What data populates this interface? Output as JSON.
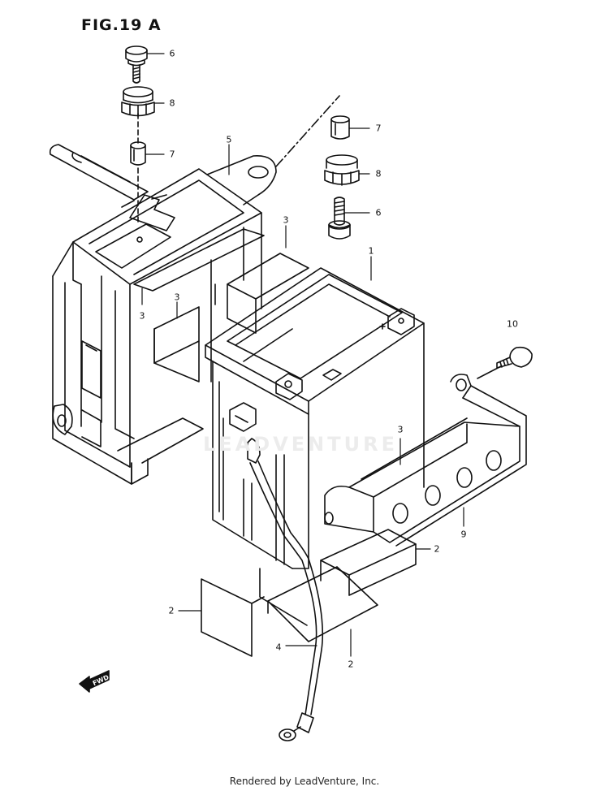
{
  "figure": {
    "title": "FIG.19 A",
    "footer": "Rendered by LeadVenture, Inc.",
    "watermark": "LEADVENTURE",
    "fwd_label": "FWD"
  },
  "callouts": [
    {
      "id": "c-6-top",
      "label": "6"
    },
    {
      "id": "c-8-top",
      "label": "8"
    },
    {
      "id": "c-7-left",
      "label": "7"
    },
    {
      "id": "c-5",
      "label": "5"
    },
    {
      "id": "c-7-right",
      "label": "7"
    },
    {
      "id": "c-8-right",
      "label": "8"
    },
    {
      "id": "c-6-right",
      "label": "6"
    },
    {
      "id": "c-3-top",
      "label": "3"
    },
    {
      "id": "c-1",
      "label": "1"
    },
    {
      "id": "c-3-left",
      "label": "3"
    },
    {
      "id": "c-3-mid",
      "label": "3"
    },
    {
      "id": "c-10",
      "label": "10"
    },
    {
      "id": "c-3-right",
      "label": "3"
    },
    {
      "id": "c-9",
      "label": "9"
    },
    {
      "id": "c-2-right",
      "label": "2"
    },
    {
      "id": "c-2-left",
      "label": "2"
    },
    {
      "id": "c-4",
      "label": "4"
    },
    {
      "id": "c-2-bottom",
      "label": "2"
    }
  ]
}
